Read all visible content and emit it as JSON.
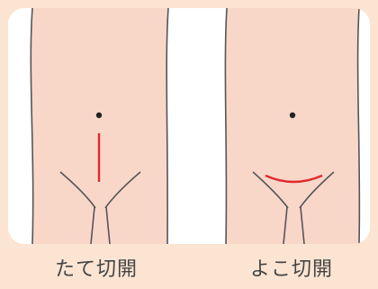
{
  "figures": [
    {
      "label": "たて切開",
      "incision": "vertical"
    },
    {
      "label": "よこ切開",
      "incision": "horizontal"
    }
  ],
  "colors": {
    "page_background": "#FBE5D2",
    "panel_background": "#FFFFFF",
    "skin": "#F8D7C9",
    "outline": "#555555",
    "navel": "#222222",
    "incision": "#E02B2B"
  }
}
